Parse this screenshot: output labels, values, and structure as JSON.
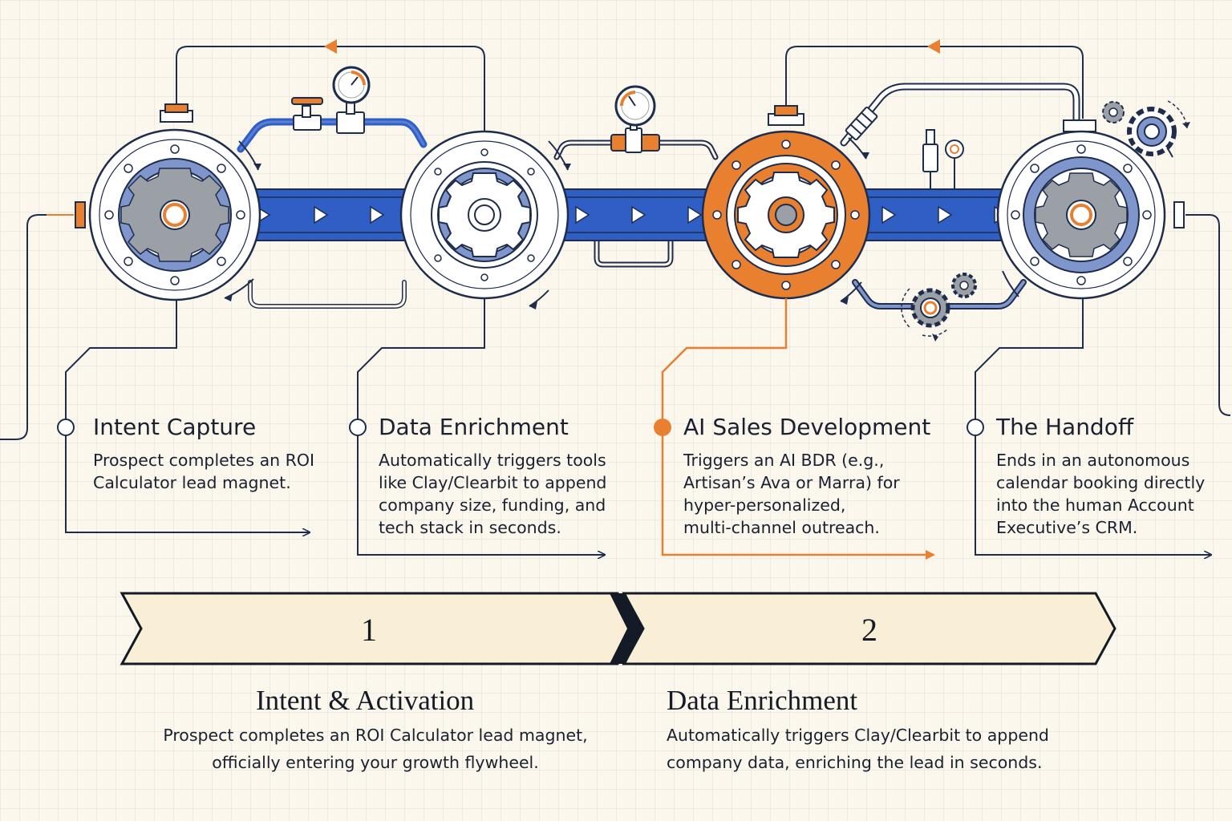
{
  "colors": {
    "background": "#fbf7ec",
    "navy": "#1f2d4d",
    "blue": "#2f5fc4",
    "blue_light": "#7f96cc",
    "orange": "#e8802f",
    "gear_gray": "#9aa0a6",
    "banner_fill": "#f8efd6"
  },
  "steps": [
    {
      "title": "Intent Capture",
      "desc_lines": [
        "Prospect completes an ROI",
        "Calculator lead magnet."
      ],
      "active": false
    },
    {
      "title": "Data Enrichment",
      "desc_lines": [
        "Automatically triggers tools",
        "like Clay/Clearbit to append",
        "company size, funding, and",
        "tech stack in seconds."
      ],
      "active": false
    },
    {
      "title": "AI Sales Development",
      "desc_lines": [
        "Triggers an AI BDR (e.g.,",
        "Artisan’s Ava or Marra) for",
        "hyper-personalized,",
        "multi-channel outreach."
      ],
      "active": true
    },
    {
      "title": "The Handoff",
      "desc_lines": [
        "Ends in an autonomous",
        "calendar booking directly",
        "into the human Account",
        "Executive’s CRM."
      ],
      "active": false
    }
  ],
  "stages": [
    {
      "number": "1",
      "title": "Intent & Activation",
      "desc_lines": [
        "Prospect completes an ROI Calculator lead magnet,",
        "officially entering your growth flywheel."
      ]
    },
    {
      "number": "2",
      "title": "Data Enrichment",
      "desc_lines": [
        "Automatically triggers Clay/Clearbit to append",
        "company data, enriching the lead in seconds."
      ]
    }
  ]
}
